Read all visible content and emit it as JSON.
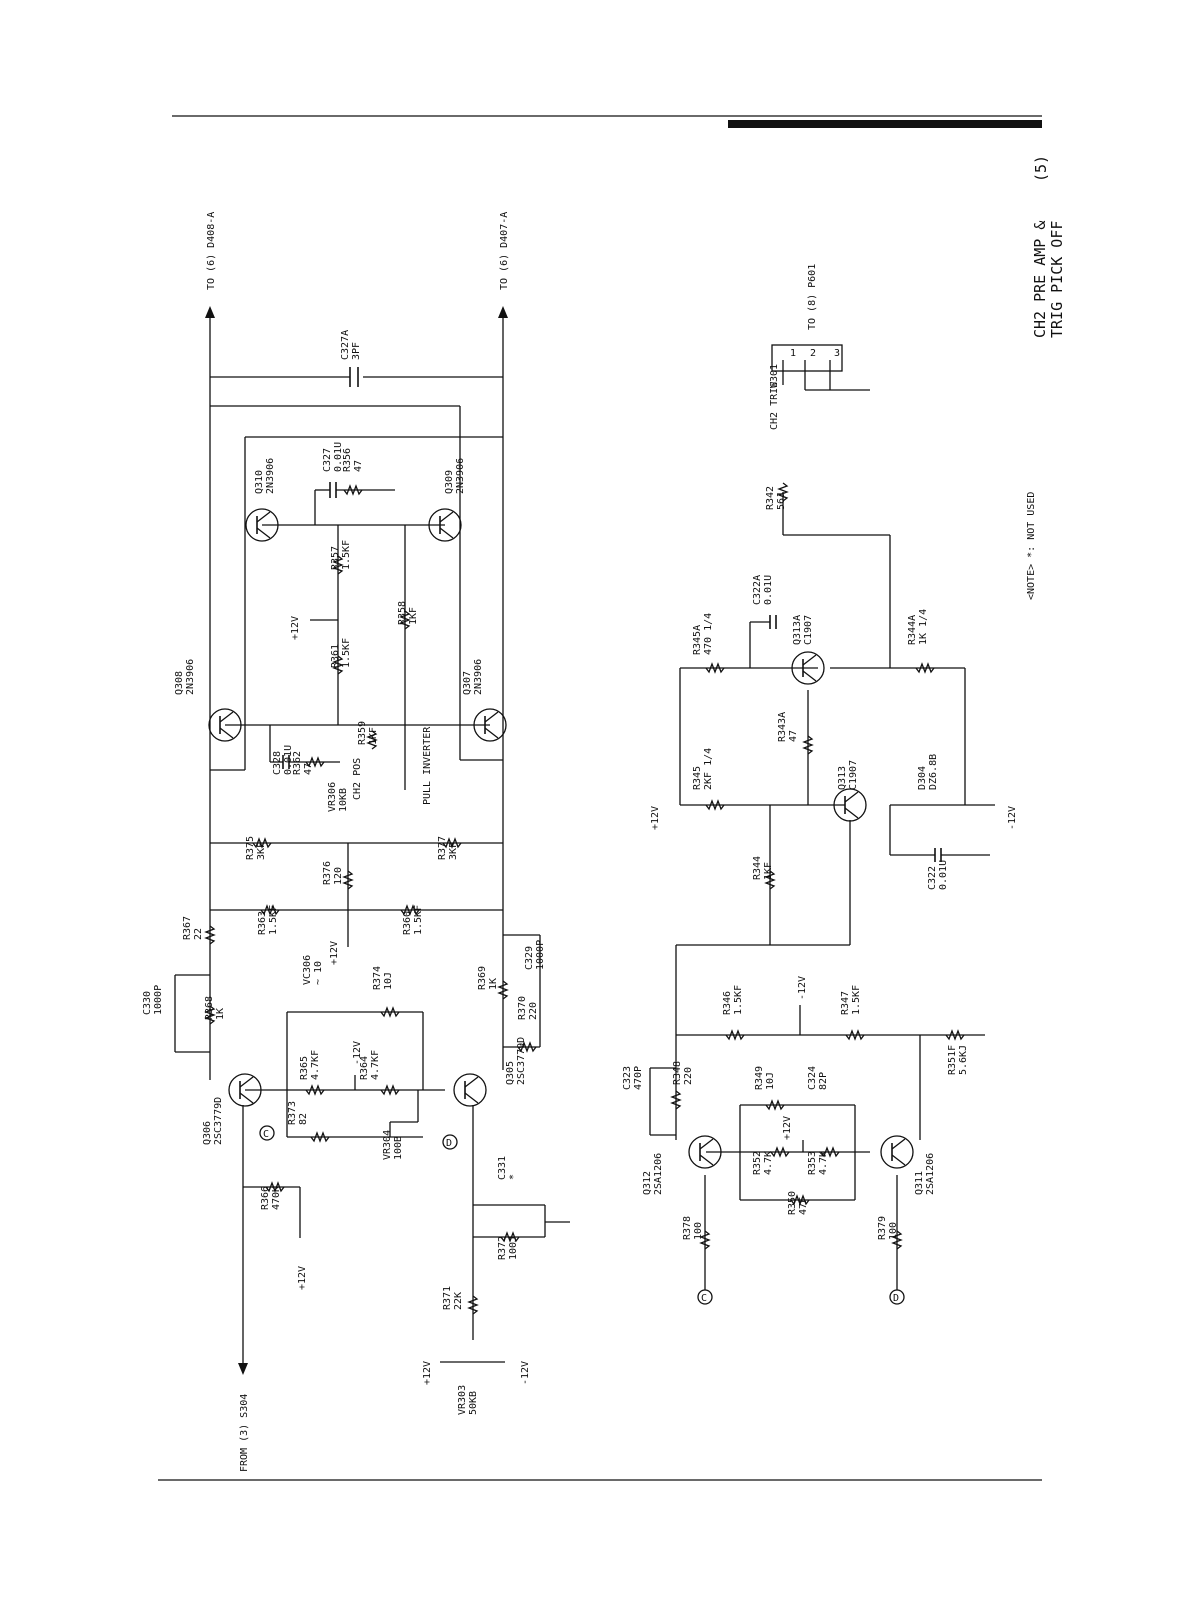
{
  "title": {
    "line1": "CH2 PRE AMP &",
    "line2": "TRIG PICK OFF",
    "page": "(5)"
  },
  "note": "<NOTE> *: NOT USED",
  "connectors": {
    "to_d408": "TO (6) D408-A",
    "to_d407": "TO (6) D407-A",
    "to_p601": "TO (8) P601",
    "from_s304": "FROM (3) S304",
    "w301": "W301",
    "ch2_trig": "CH2 TRIG",
    "pull_inverter": "PULL INVERTER",
    "pins": [
      "1",
      "2",
      "3"
    ]
  },
  "rails": {
    "pos12": "+12V",
    "neg12": "-12V"
  },
  "refs": {
    "c": "C",
    "d": "D"
  },
  "components": [
    {
      "ref": "C327A",
      "val": "3PF"
    },
    {
      "ref": "C327",
      "val": "0.01U"
    },
    {
      "ref": "R356",
      "val": "47"
    },
    {
      "ref": "Q310",
      "val": "2N3906"
    },
    {
      "ref": "Q309",
      "val": "2N3906"
    },
    {
      "ref": "R357",
      "val": "1.5KF"
    },
    {
      "ref": "R358",
      "val": "1KF"
    },
    {
      "ref": "R361",
      "val": "1.5KF"
    },
    {
      "ref": "Q308",
      "val": "2N3906"
    },
    {
      "ref": "Q307",
      "val": "2N3906"
    },
    {
      "ref": "C328",
      "val": "0.01U"
    },
    {
      "ref": "R362",
      "val": "47"
    },
    {
      "ref": "R359",
      "val": "1KF"
    },
    {
      "ref": "VR306",
      "val": "10KB"
    },
    {
      "ref": "CH2 POS",
      "val": ""
    },
    {
      "ref": "R375",
      "val": "3KF"
    },
    {
      "ref": "R376",
      "val": "120"
    },
    {
      "ref": "R377",
      "val": "3KF"
    },
    {
      "ref": "R367",
      "val": "22"
    },
    {
      "ref": "R363",
      "val": "1.5KF"
    },
    {
      "ref": "R360",
      "val": "1.5KF"
    },
    {
      "ref": "C330",
      "val": "1000P"
    },
    {
      "ref": "R368",
      "val": "1K"
    },
    {
      "ref": "VC306",
      "val": "~ 10"
    },
    {
      "ref": "R374",
      "val": "10J"
    },
    {
      "ref": "R369",
      "val": "1K"
    },
    {
      "ref": "C329",
      "val": "1000P"
    },
    {
      "ref": "R370",
      "val": "220"
    },
    {
      "ref": "R365",
      "val": "4.7KF"
    },
    {
      "ref": "R364",
      "val": "4.7KF"
    },
    {
      "ref": "R373",
      "val": "82"
    },
    {
      "ref": "VR304",
      "val": "100B"
    },
    {
      "ref": "Q306",
      "val": "2SC3779D"
    },
    {
      "ref": "Q305",
      "val": "2SC3779D"
    },
    {
      "ref": "R366",
      "val": "470K"
    },
    {
      "ref": "C331",
      "val": "*"
    },
    {
      "ref": "R372",
      "val": "100J"
    },
    {
      "ref": "R371",
      "val": "22K"
    },
    {
      "ref": "VR303",
      "val": "50KB"
    },
    {
      "ref": "R342",
      "val": "56J"
    },
    {
      "ref": "R345A",
      "val": "470 1/4"
    },
    {
      "ref": "C322A",
      "val": "0.01U"
    },
    {
      "ref": "Q313A",
      "val": "C1907"
    },
    {
      "ref": "R344A",
      "val": "1K 1/4"
    },
    {
      "ref": "R343A",
      "val": "47"
    },
    {
      "ref": "R345",
      "val": "2KF 1/4"
    },
    {
      "ref": "Q313",
      "val": "C1907"
    },
    {
      "ref": "D304",
      "val": "DZ6.8B"
    },
    {
      "ref": "R344",
      "val": "1KF"
    },
    {
      "ref": "C322",
      "val": "0.01U"
    },
    {
      "ref": "R346",
      "val": "1.5KF"
    },
    {
      "ref": "R347",
      "val": "1.5KF"
    },
    {
      "ref": "R351F",
      "val": "5.6KJ"
    },
    {
      "ref": "C323",
      "val": "470P"
    },
    {
      "ref": "R348",
      "val": "220"
    },
    {
      "ref": "R349",
      "val": "10J"
    },
    {
      "ref": "C324",
      "val": "82P"
    },
    {
      "ref": "R352",
      "val": "4.7K"
    },
    {
      "ref": "R353",
      "val": "4.7K"
    },
    {
      "ref": "R350",
      "val": "47F"
    },
    {
      "ref": "Q312",
      "val": "2SA1206"
    },
    {
      "ref": "Q311",
      "val": "2SA1206"
    },
    {
      "ref": "R378",
      "val": "100"
    },
    {
      "ref": "R379",
      "val": "100"
    }
  ]
}
